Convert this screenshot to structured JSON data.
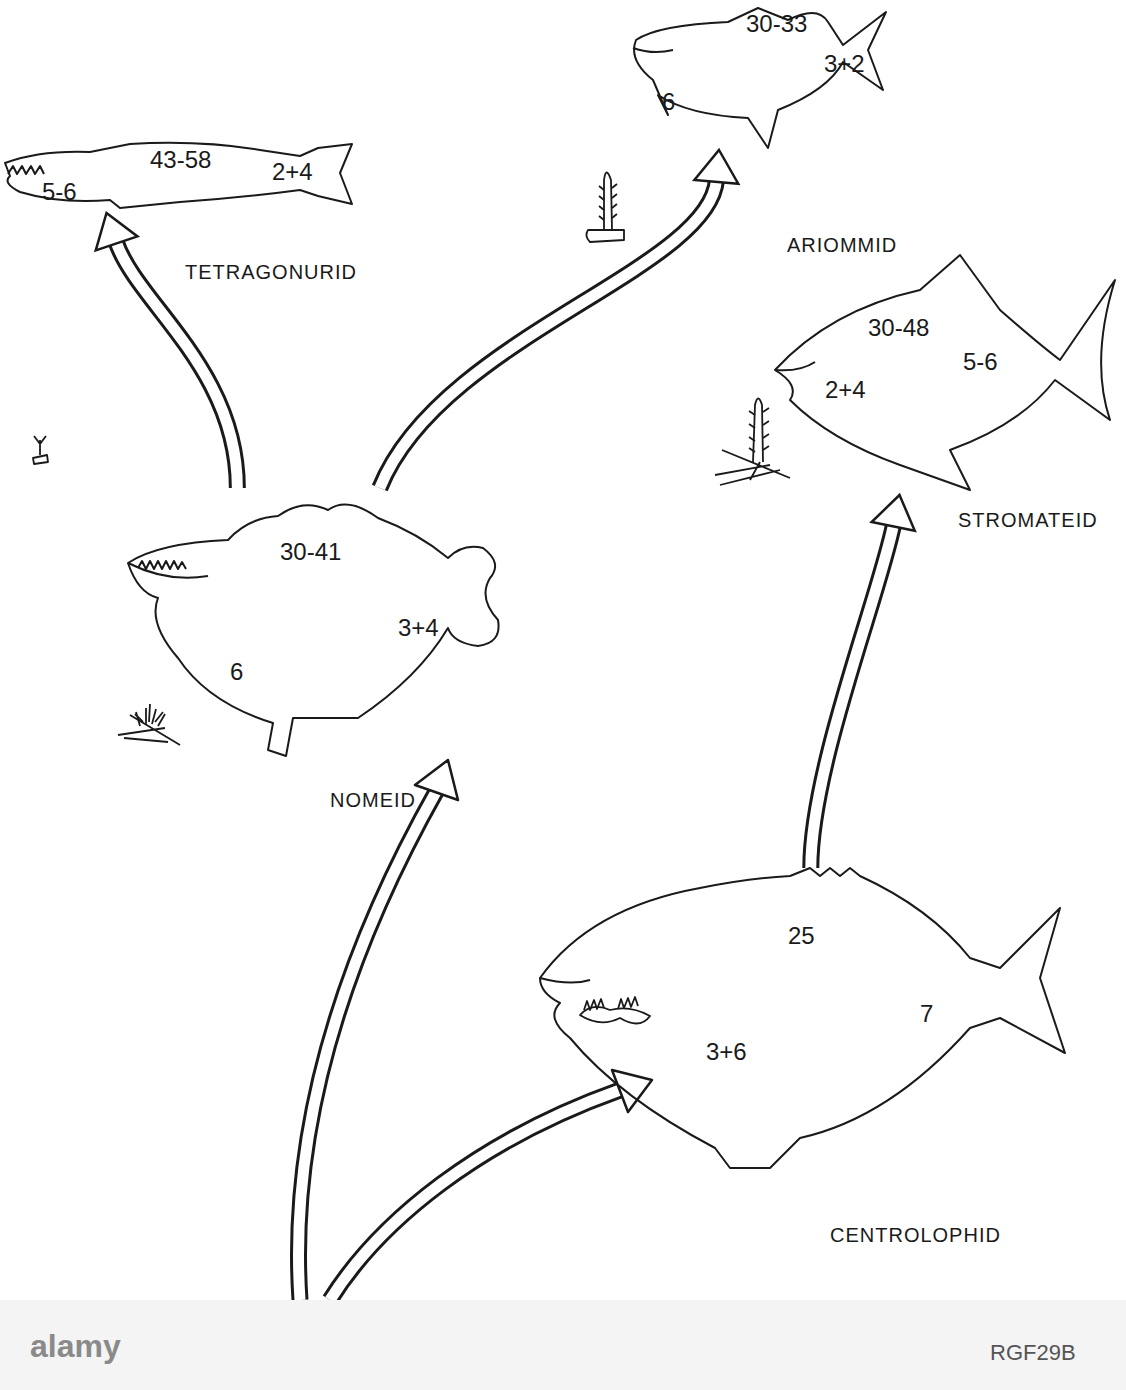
{
  "diagram": {
    "nodes": [
      {
        "text": [
          "30-33",
          "6",
          "3+2",
          "ARIOMMID"
        ]
      },
      {
        "text": [
          "43-58",
          "5-6",
          "2+4",
          "TETRAGONURID"
        ]
      },
      {
        "text": [
          "30-48",
          "5-6",
          "2+4",
          "STROMATEID"
        ]
      },
      {
        "text": [
          "30-41",
          "6",
          "3+4",
          "NOMEID"
        ]
      },
      {
        "text": [
          "25",
          "7",
          "3+6",
          "CENTROLOPHID"
        ]
      }
    ],
    "edges": [
      {
        "from": 3,
        "to": 1,
        "arrow": "to"
      },
      {
        "from": 3,
        "to": 0,
        "arrow": "to"
      },
      {
        "from": 4,
        "to": 2,
        "arrow": "to"
      }
    ],
    "labels": [
      "alamy",
      "RGF29B"
    ]
  }
}
